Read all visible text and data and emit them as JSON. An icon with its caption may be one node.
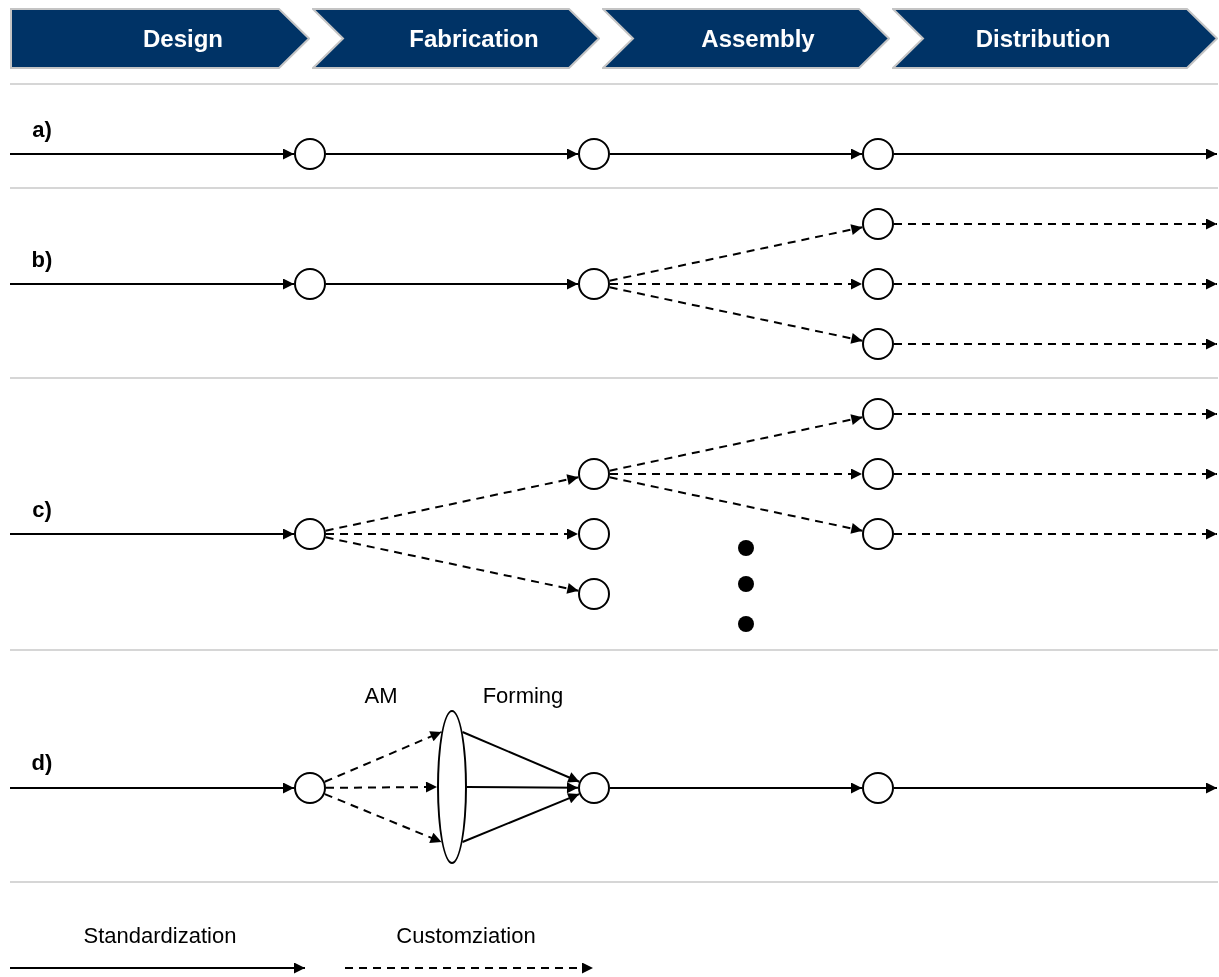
{
  "diagram": {
    "nodes": [
      {
        "text": [
          "Design"
        ]
      },
      {
        "text": [
          "Fabrication"
        ]
      },
      {
        "text": [
          "Assembly"
        ]
      },
      {
        "text": [
          "Distribution"
        ]
      },
      {
        "text": [],
        "shape": "circle"
      },
      {
        "text": [],
        "shape": "circle"
      },
      {
        "text": [],
        "shape": "circle"
      },
      {
        "text": [],
        "shape": "circle"
      },
      {
        "text": [],
        "shape": "circle"
      },
      {
        "text": [],
        "shape": "circle"
      },
      {
        "text": [],
        "shape": "circle"
      },
      {
        "text": [],
        "shape": "circle"
      },
      {
        "text": [],
        "shape": "circle"
      },
      {
        "text": [],
        "shape": "circle"
      },
      {
        "text": [],
        "shape": "circle"
      },
      {
        "text": [],
        "shape": "circle"
      },
      {
        "text": [],
        "shape": "circle"
      },
      {
        "text": [],
        "shape": "circle"
      },
      {
        "text": [],
        "shape": "circle"
      },
      {
        "text": [],
        "shape": "circle"
      },
      {
        "text": [],
        "shape": "ellipse"
      },
      {
        "text": [],
        "shape": "circle"
      },
      {
        "text": [],
        "shape": "circle"
      }
    ],
    "edges": [
      {
        "from": null,
        "to": 4,
        "arrow": "to"
      },
      {
        "from": 4,
        "to": 5,
        "arrow": "to"
      },
      {
        "from": 5,
        "to": 6,
        "arrow": "to"
      },
      {
        "from": 6,
        "to": null,
        "arrow": "to"
      },
      {
        "from": null,
        "to": 7,
        "arrow": "to"
      },
      {
        "from": 7,
        "to": 8,
        "arrow": "to"
      },
      {
        "from": 8,
        "to": 9,
        "arrow": "to",
        "style": "dashed"
      },
      {
        "from": 8,
        "to": 10,
        "arrow": "to",
        "style": "dashed"
      },
      {
        "from": 8,
        "to": 11,
        "arrow": "to",
        "style": "dashed"
      },
      {
        "from": 9,
        "to": null,
        "arrow": "to",
        "style": "dashed"
      },
      {
        "from": 10,
        "to": null,
        "arrow": "to",
        "style": "dashed"
      },
      {
        "from": 11,
        "to": null,
        "arrow": "to",
        "style": "dashed"
      },
      {
        "from": null,
        "to": 12,
        "arrow": "to"
      },
      {
        "from": 12,
        "to": 13,
        "arrow": "to",
        "style": "dashed"
      },
      {
        "from": 12,
        "to": 14,
        "arrow": "to",
        "style": "dashed"
      },
      {
        "from": 12,
        "to": 15,
        "arrow": "to",
        "style": "dashed"
      },
      {
        "from": 13,
        "to": 16,
        "arrow": "to",
        "style": "dashed"
      },
      {
        "from": 13,
        "to": 17,
        "arrow": "to",
        "style": "dashed"
      },
      {
        "from": 13,
        "to": 18,
        "arrow": "to",
        "style": "dashed"
      },
      {
        "from": 16,
        "to": null,
        "arrow": "to",
        "style": "dashed"
      },
      {
        "from": 17,
        "to": null,
        "arrow": "to",
        "style": "dashed"
      },
      {
        "from": 18,
        "to": null,
        "arrow": "to",
        "style": "dashed"
      },
      {
        "from": null,
        "to": 19,
        "arrow": "to"
      },
      {
        "from": 19,
        "to": 20,
        "arrow": "to",
        "style": "dashed"
      },
      {
        "from": 19,
        "to": 20,
        "arrow": "to",
        "style": "dashed"
      },
      {
        "from": 19,
        "to": 20,
        "arrow": "to",
        "style": "dashed"
      },
      {
        "from": 20,
        "to": 21,
        "arrow": "to"
      },
      {
        "from": 20,
        "to": 21,
        "arrow": "to"
      },
      {
        "from": 20,
        "to": 21,
        "arrow": "to"
      },
      {
        "from": 21,
        "to": 22,
        "arrow": "to"
      },
      {
        "from": 22,
        "to": null,
        "arrow": "to"
      }
    ],
    "labels": [
      "a)",
      "b)",
      "c)",
      "d)",
      "AM",
      "Forming"
    ],
    "legend": [
      {
        "text": "Standardization"
      },
      {
        "text": "Customziation"
      }
    ]
  }
}
